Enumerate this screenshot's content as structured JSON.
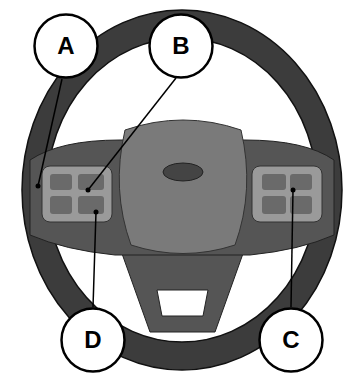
{
  "diagram": {
    "nodes": [
      {
        "text": [
          "A"
        ]
      },
      {
        "text": [
          "B"
        ]
      },
      {
        "text": [
          "D"
        ]
      },
      {
        "text": [
          "C"
        ]
      }
    ]
  }
}
